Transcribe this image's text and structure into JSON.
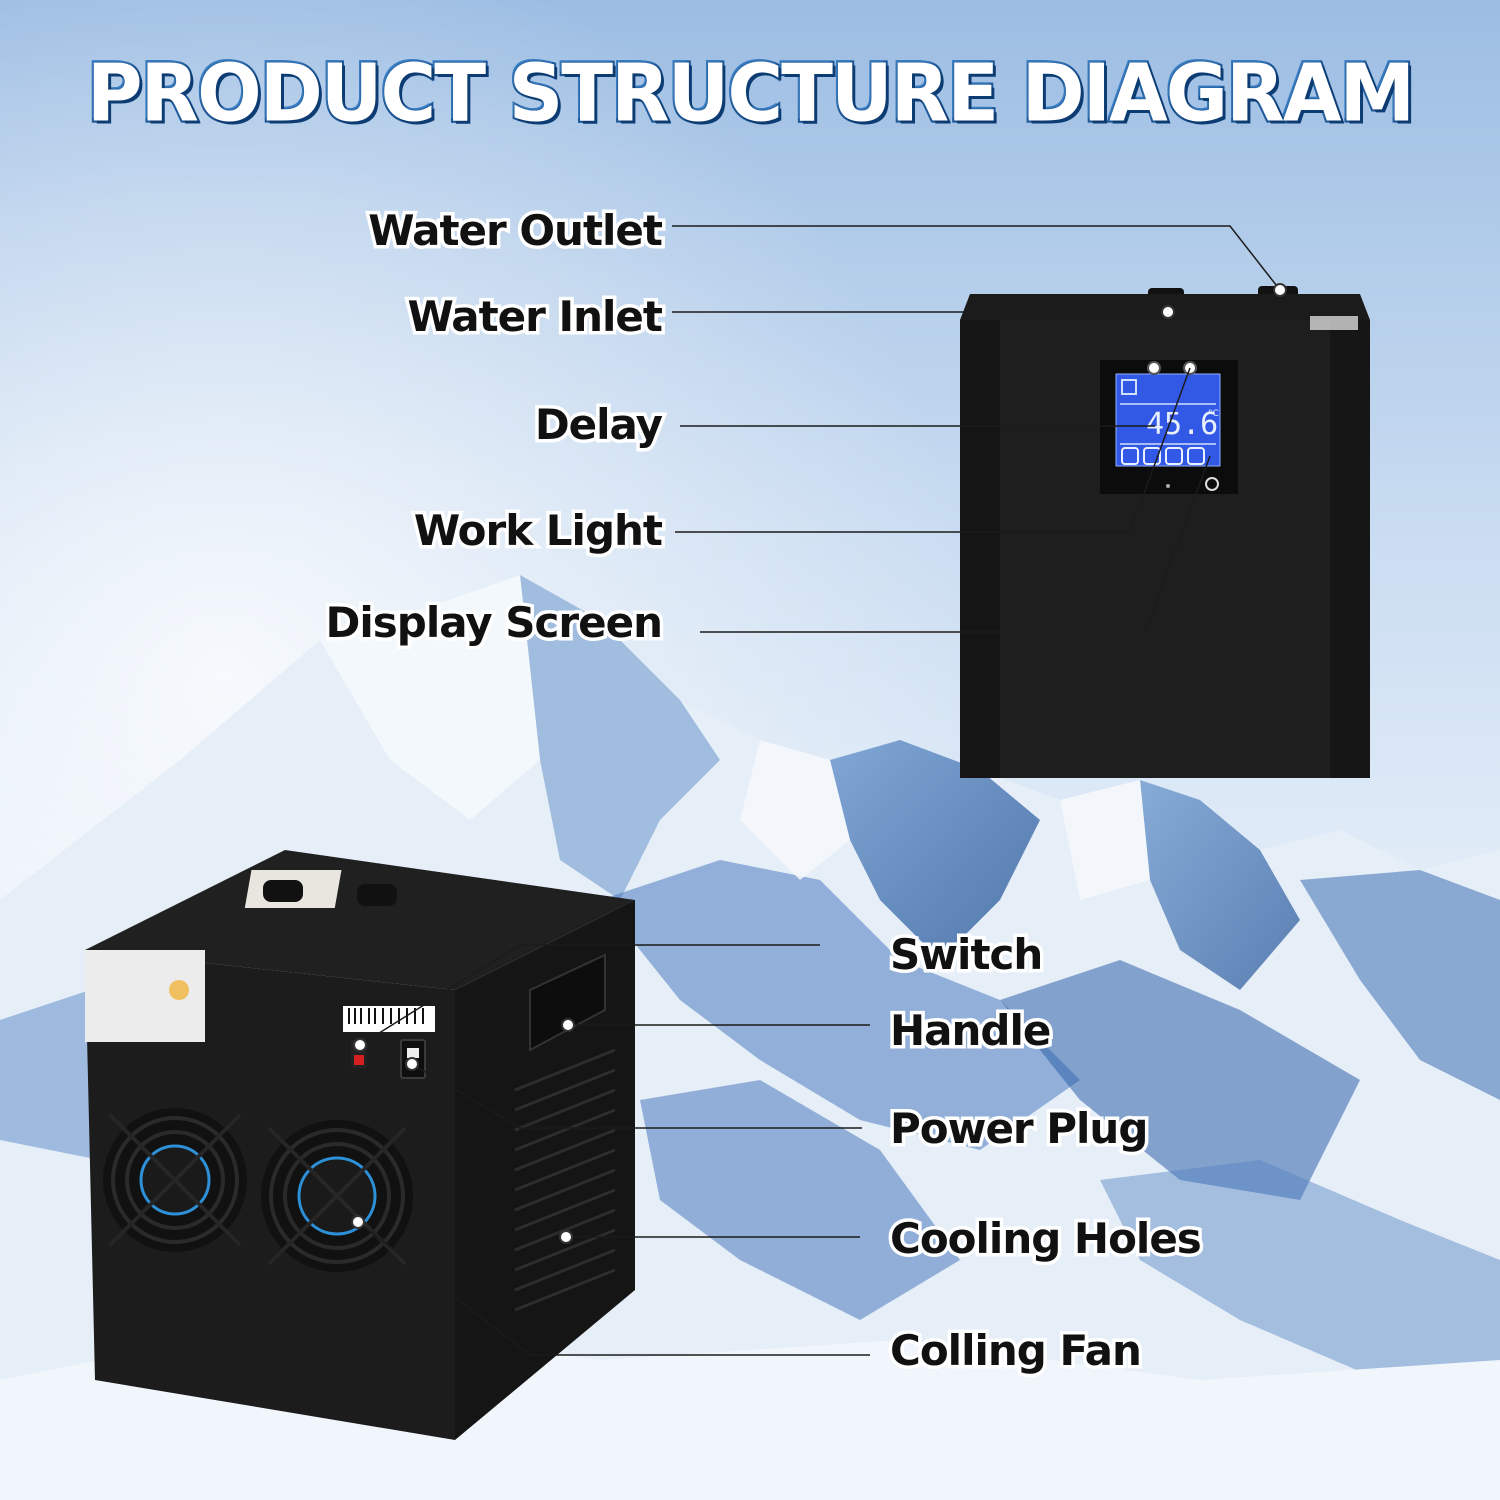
{
  "title": "PRODUCT STRUCTURE DIAGRAM",
  "callouts_top": {
    "water_outlet": "Water Outlet",
    "water_inlet": "Water Inlet",
    "delay": "Delay",
    "work_light": "Work Light",
    "display_screen": "Display Screen"
  },
  "callouts_bottom": {
    "switch": "Switch",
    "handle": "Handle",
    "power_plug": "Power Plug",
    "cooling_holes": "Cooling Holes",
    "cooling_fan": "Colling Fan"
  },
  "display_readout": "45.6",
  "colors": {
    "title_fill": "#ffffff",
    "title_stroke": "#1f5a9a",
    "device_body": "#1a1a1a",
    "lcd_blue": "#2f56e0",
    "sky_top": "#a9c7e8",
    "snow": "#eef4fb"
  }
}
